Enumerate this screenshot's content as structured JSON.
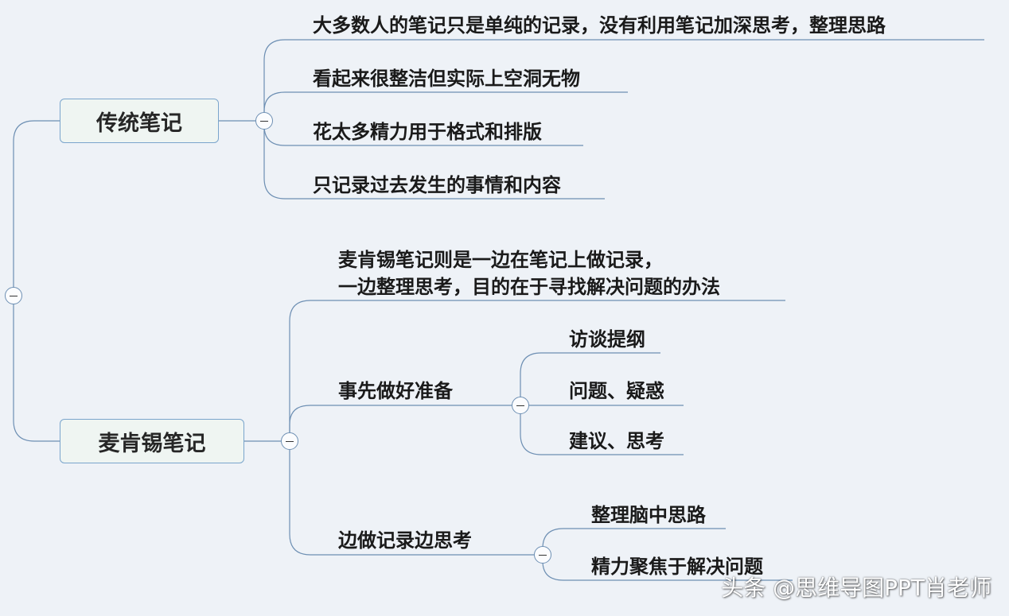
{
  "branches": [
    {
      "title": "传统笔记",
      "items": [
        "大多数人的笔记只是单纯的记录，没有利用笔记加深思考，整理思路",
        "看起来很整洁但实际上空洞无物",
        "花太多精力用于格式和排版",
        "只记录过去发生的事情和内容"
      ]
    },
    {
      "title": "麦肯锡笔记",
      "intro": [
        "麦肯锡笔记则是一边在笔记上做记录，",
        "一边整理思考，目的在于寻找解决问题的办法"
      ],
      "groups": [
        {
          "label": "事先做好准备",
          "items": [
            "访谈提纲",
            "问题、疑惑",
            "建议、思考"
          ]
        },
        {
          "label": "边做记录边思考",
          "items": [
            "整理脑中思路",
            "精力聚焦于解决问题"
          ]
        }
      ]
    }
  ],
  "watermark": "头条 @思维导图PPT肖老师",
  "colors": {
    "line": "#6d8fb3",
    "box_fill": "#eff5f2",
    "background": "#eef2f7"
  }
}
